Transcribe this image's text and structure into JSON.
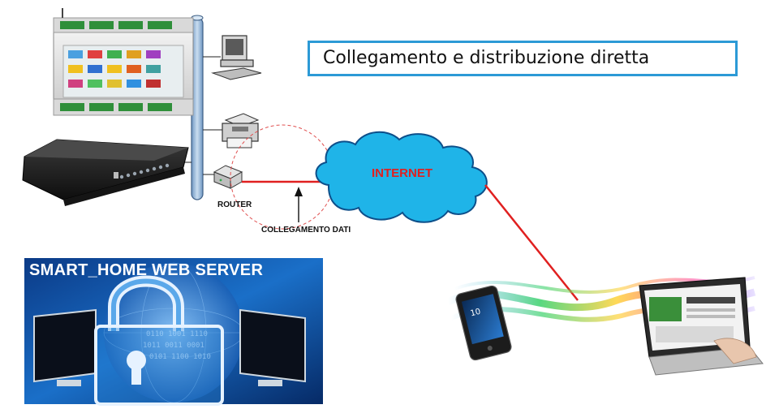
{
  "title": "Collegamento e distribuzione diretta",
  "labels": {
    "router": "ROUTER",
    "data_link": "COLLEGAMENTO DATI",
    "internet": "INTERNET"
  },
  "banner": {
    "title": "SMART_HOME  WEB SERVER"
  },
  "colors": {
    "link_line": "#e02020",
    "title_border": "#2c9ad6",
    "cloud_fill": "#1fb4e8",
    "backbone": "#8fb3d8",
    "banner_bg": "#0a3f8c"
  },
  "icons": [
    "controller-panel",
    "dvr-recorder",
    "desktop-computer",
    "printer",
    "router",
    "internet-cloud",
    "padlock",
    "smartphone",
    "laptop"
  ]
}
